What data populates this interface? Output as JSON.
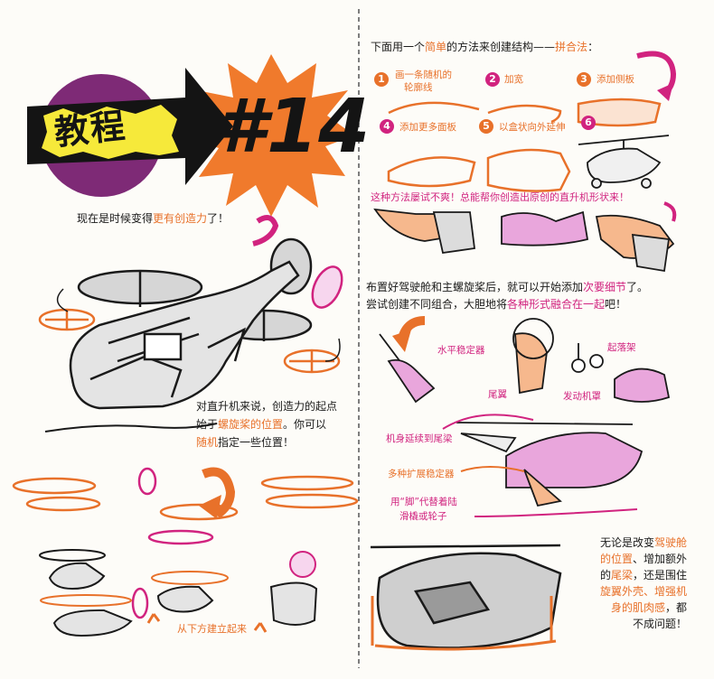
{
  "header": {
    "badge_text": "教程",
    "number_text": "#14"
  },
  "intro": {
    "pre": "现在是时候变得",
    "highlight": "更有创造力",
    "post": "了！"
  },
  "heli_note": {
    "line1": "对直升机来说，创造力的起点",
    "line2_pre": "始于",
    "line2_hl": "螺旋桨的位置",
    "line2_post": "。你可以",
    "line3_hl": "随机",
    "line3_post": "指定一些位置！"
  },
  "bottom_left_label": "从下方建立起来",
  "method": {
    "pre": "下面用一个",
    "hl1": "简单",
    "mid": "的方法来创建结构——",
    "hl2": "拼合法",
    "post": "："
  },
  "steps": [
    {
      "num": "1",
      "label_l1": "画一条随机的",
      "label_l2": "轮廓线"
    },
    {
      "num": "2",
      "label_l1": "加宽",
      "label_l2": ""
    },
    {
      "num": "3",
      "label_l1": "添加侧板",
      "label_l2": ""
    },
    {
      "num": "4",
      "label_l1": "添加更多面板",
      "label_l2": ""
    },
    {
      "num": "5",
      "label_l1": "以盒状向外延伸",
      "label_l2": ""
    },
    {
      "num": "6",
      "label_l1": "",
      "label_l2": ""
    }
  ],
  "method_note": "这种方法屡试不爽！总能帮你创造出原创的直升机形状来！",
  "detail": {
    "line1_pre": "布置好驾驶舱和主螺旋桨后，就可以开始添加",
    "line1_hl": "次要细节",
    "line1_post": "了。",
    "line2_pre": "尝试创建不同组合，大胆地将",
    "line2_hl": "各种形式融合在一起",
    "line2_post": "吧！"
  },
  "parts": {
    "h_stabilizer": "水平稳定器",
    "landing_gear": "起落架",
    "wing": "尾翼",
    "engine_cover": "发动机罩",
    "tail_boom": "机身延续到尾梁",
    "ext_stabilizer": "多种扩展稳定器",
    "skid_l1": "用“脚”代替着陆",
    "skid_l2": "滑橇或轮子"
  },
  "closing": {
    "l1_pre": "无论是改变",
    "l1_hl": "驾驶舱",
    "l2_hl": "的位置",
    "l2_post": "、增加额外",
    "l3_pre": "的",
    "l3_hl": "尾梁",
    "l3_post": "，还是围住",
    "l4_hl": "旋翼外壳",
    "l4_mid": "、",
    "l4_hl2": "增强机",
    "l5_hl": "身的肌肉感",
    "l5_post": "，都",
    "l6": "不成问题！"
  },
  "colors": {
    "orange": "#e8712a",
    "magenta": "#d1237f",
    "pink_fill": "#e9a6dc",
    "purple_circle": "#7e2a76",
    "yellow": "#f6e93a"
  }
}
